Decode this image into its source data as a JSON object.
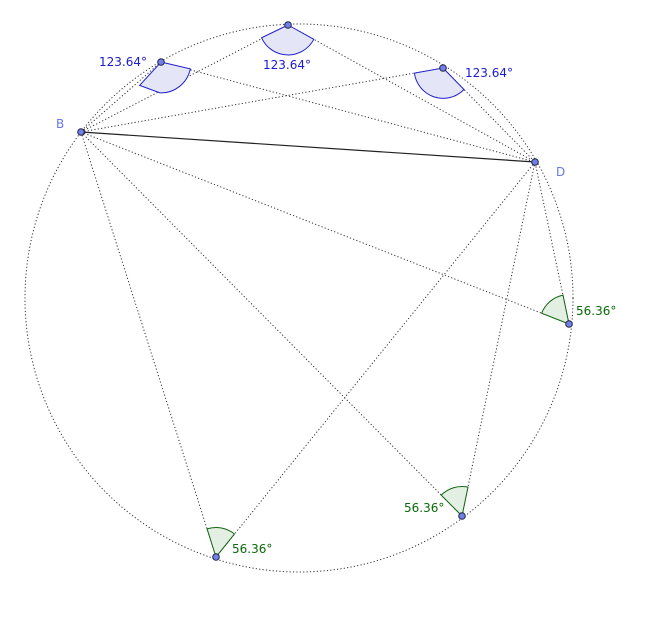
{
  "points": {
    "B": {
      "label": "B"
    },
    "D": {
      "label": "D"
    }
  },
  "colors": {
    "blue_stroke": "#2020cc",
    "blue_fill": "#e4e6f8",
    "green_stroke": "#116611",
    "green_fill": "#e2efe2",
    "point_fill": "#7080e8",
    "point_stroke": "#222244",
    "dotted": "#333333",
    "chord": "#222222"
  },
  "angles": {
    "upper": [
      {
        "value": "123.64°"
      },
      {
        "value": "123.64°"
      },
      {
        "value": "123.64°"
      }
    ],
    "lower": [
      {
        "value": "56.36°"
      },
      {
        "value": "56.36°"
      },
      {
        "value": "56.36°"
      }
    ]
  }
}
